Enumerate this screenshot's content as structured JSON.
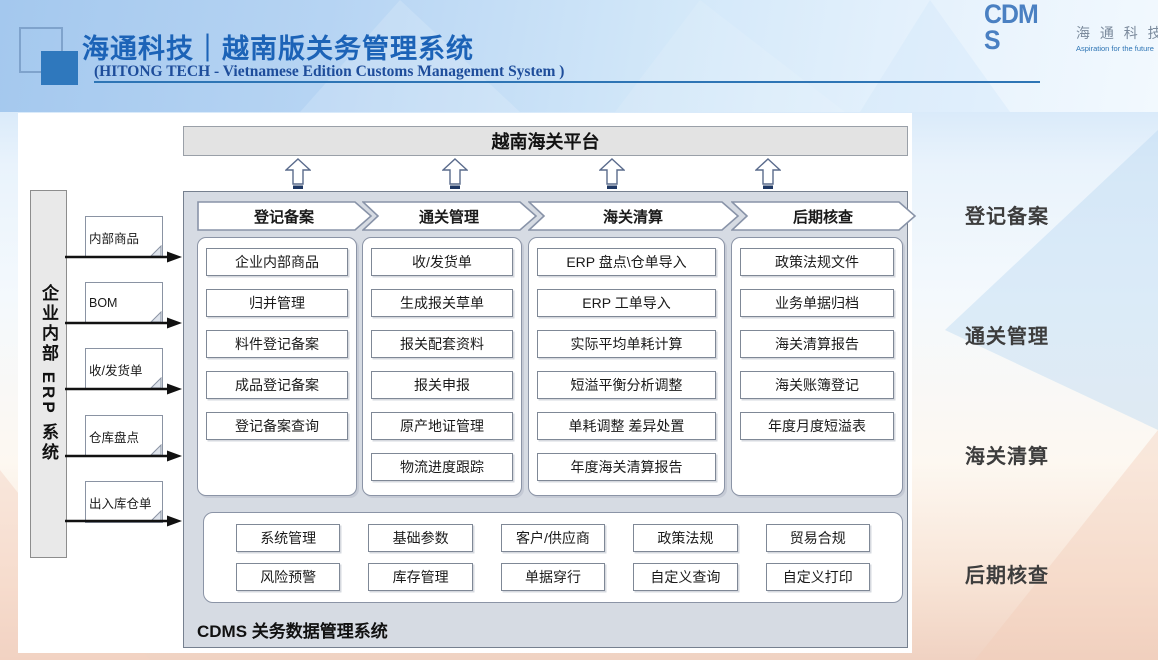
{
  "header": {
    "title": "海通科技｜越南版关务管理系统",
    "subtitle": "(HITONG TECH - Vietnamese Edition Customs Management System )",
    "logo_cdms_line1": "CDM",
    "logo_cdms_line2": "S",
    "logo_company": "海 通 科 技",
    "logo_tagline": "Aspiration for the future"
  },
  "platform_bar_label": "越南海关平台",
  "erp": {
    "label": "企业内部 ERP 系统",
    "documents": [
      "内部商品",
      "BOM",
      "收/发货单",
      "仓库盘点",
      "出入库仓单"
    ]
  },
  "columns": [
    {
      "header": "登记备案",
      "items": [
        "企业内部商品",
        "归并管理",
        "料件登记备案",
        "成品登记备案",
        "登记备案查询"
      ]
    },
    {
      "header": "通关管理",
      "items": [
        "收/发货单",
        "生成报关草单",
        "报关配套资料",
        "报关申报",
        "原产地证管理",
        "物流进度跟踪"
      ]
    },
    {
      "header": "海关清算",
      "items": [
        "ERP 盘点\\仓单导入",
        "ERP 工单导入",
        "实际平均单耗计算",
        "短溢平衡分析调整",
        "单耗调整 差异处置",
        "年度海关清算报告"
      ]
    },
    {
      "header": "后期核查",
      "items": [
        "政策法规文件",
        "业务单据归档",
        "海关清算报告",
        "海关账簿登记",
        "年度月度短溢表"
      ]
    }
  ],
  "bottom_panel": {
    "row1": [
      "系统管理",
      "基础参数",
      "客户/供应商",
      "政策法规",
      "贸易合规"
    ],
    "row2": [
      "风险预警",
      "库存管理",
      "单据穿行",
      "自定义查询",
      "自定义打印"
    ],
    "caption": "CDMS 关务数据管理系统"
  },
  "side_labels": [
    "登记备案",
    "通关管理",
    "海关清算",
    "后期核查"
  ],
  "colors": {
    "title_blue": "#1c63b7",
    "underline_blue": "#2e75b5",
    "logo_blue": "#4a80c2",
    "arrow_navy": "#1f3864",
    "main_box_bg": "#d6dbe3",
    "platform_bar_bg": "#e3e3e3"
  }
}
